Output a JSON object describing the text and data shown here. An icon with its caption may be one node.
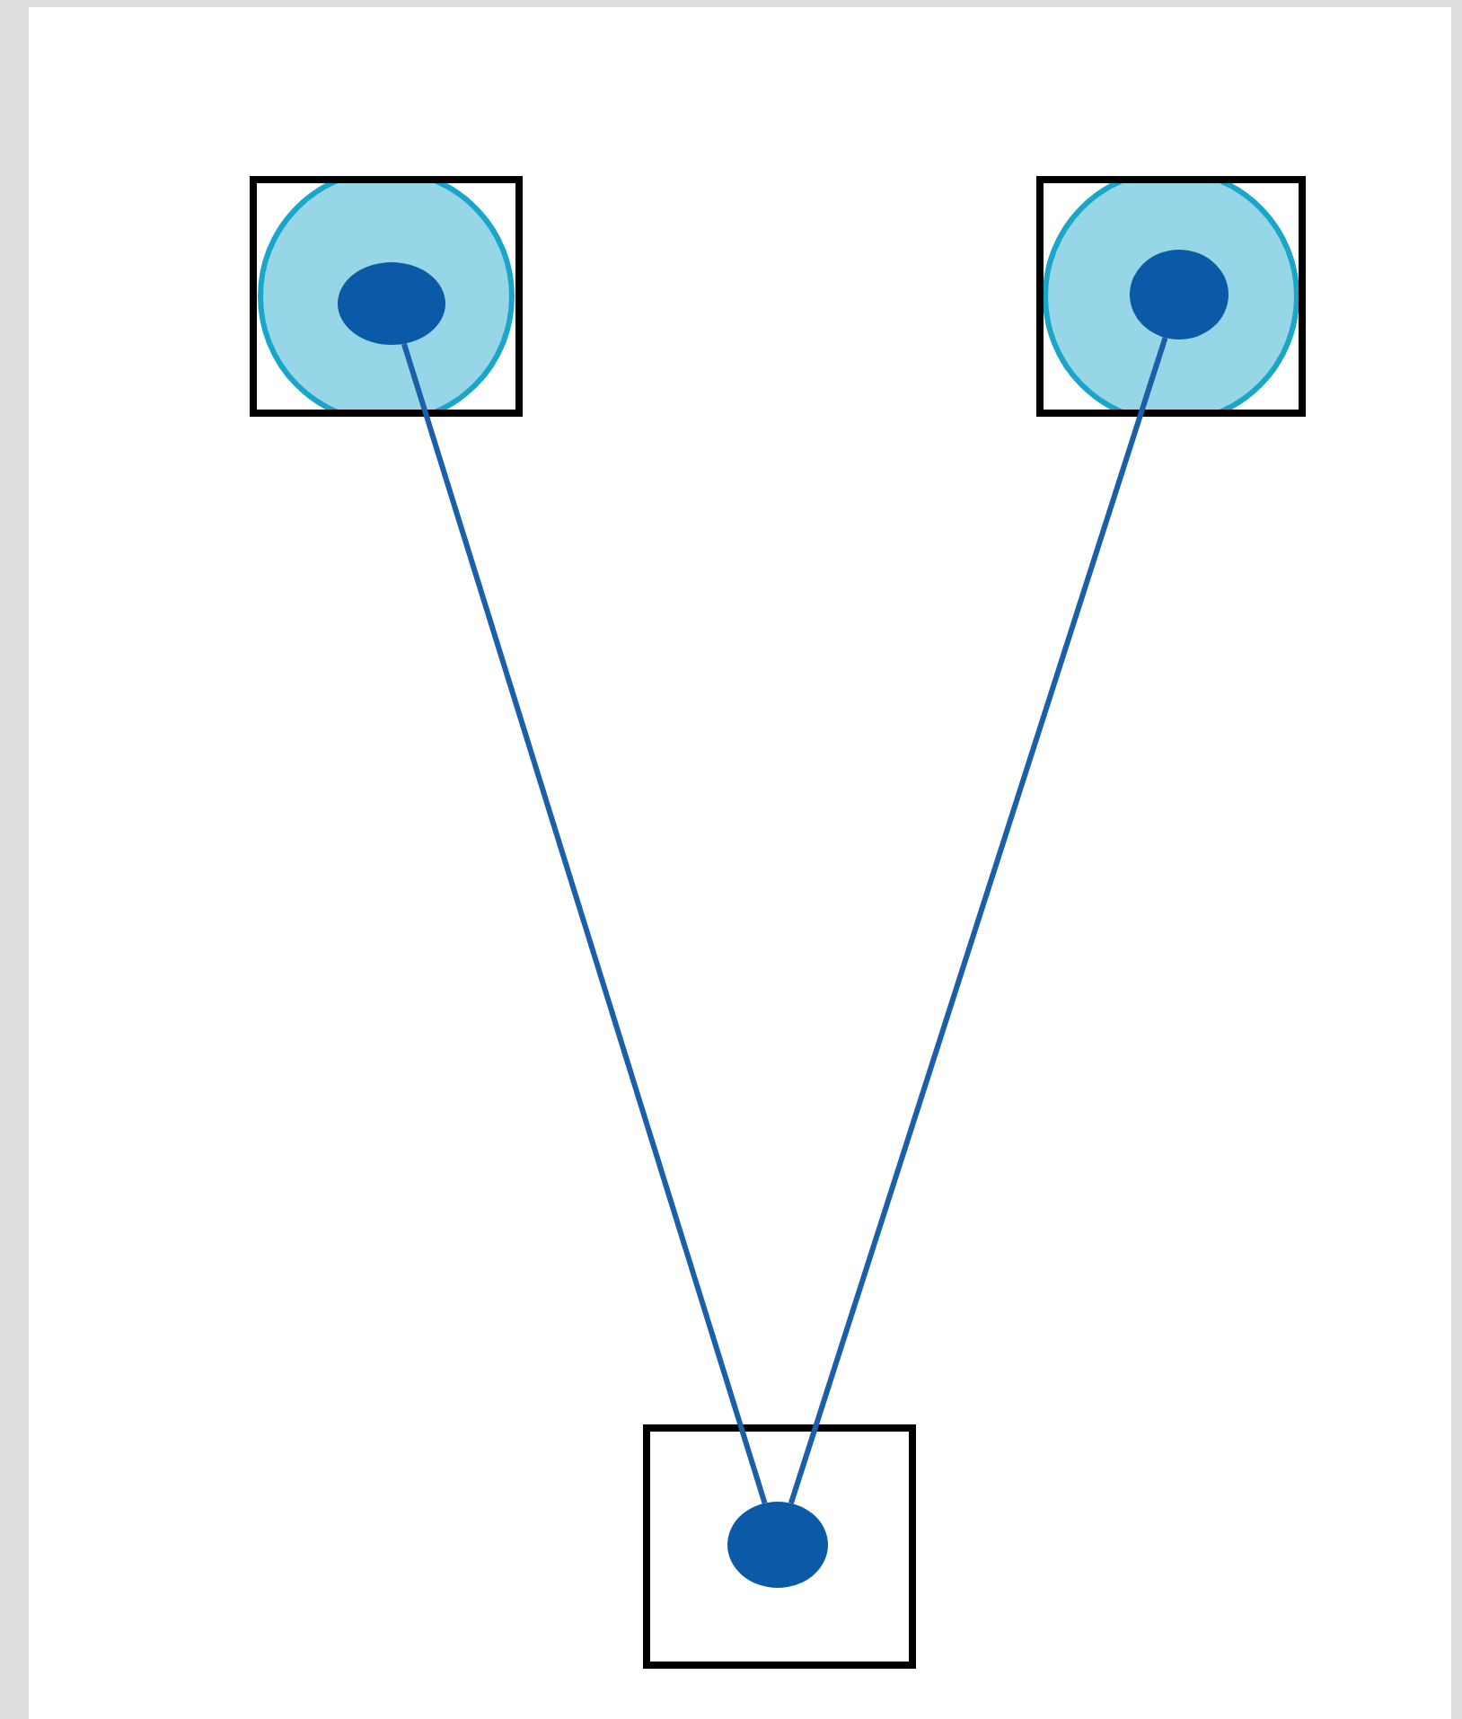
{
  "diagram": {
    "nodes": [
      {
        "text": [],
        "shape": "box"
      },
      {
        "text": [],
        "shape": "box"
      },
      {
        "text": [],
        "shape": "box"
      },
      {
        "text": [],
        "shape": "circle",
        "in": 0
      },
      {
        "text": [],
        "shape": "circle",
        "in": 1
      },
      {
        "text": [],
        "shape": "circle",
        "in": 2
      }
    ],
    "edges": [
      {
        "from": 3,
        "to": 5,
        "arrow": "none"
      },
      {
        "from": 4,
        "to": 5,
        "arrow": "none"
      }
    ]
  }
}
